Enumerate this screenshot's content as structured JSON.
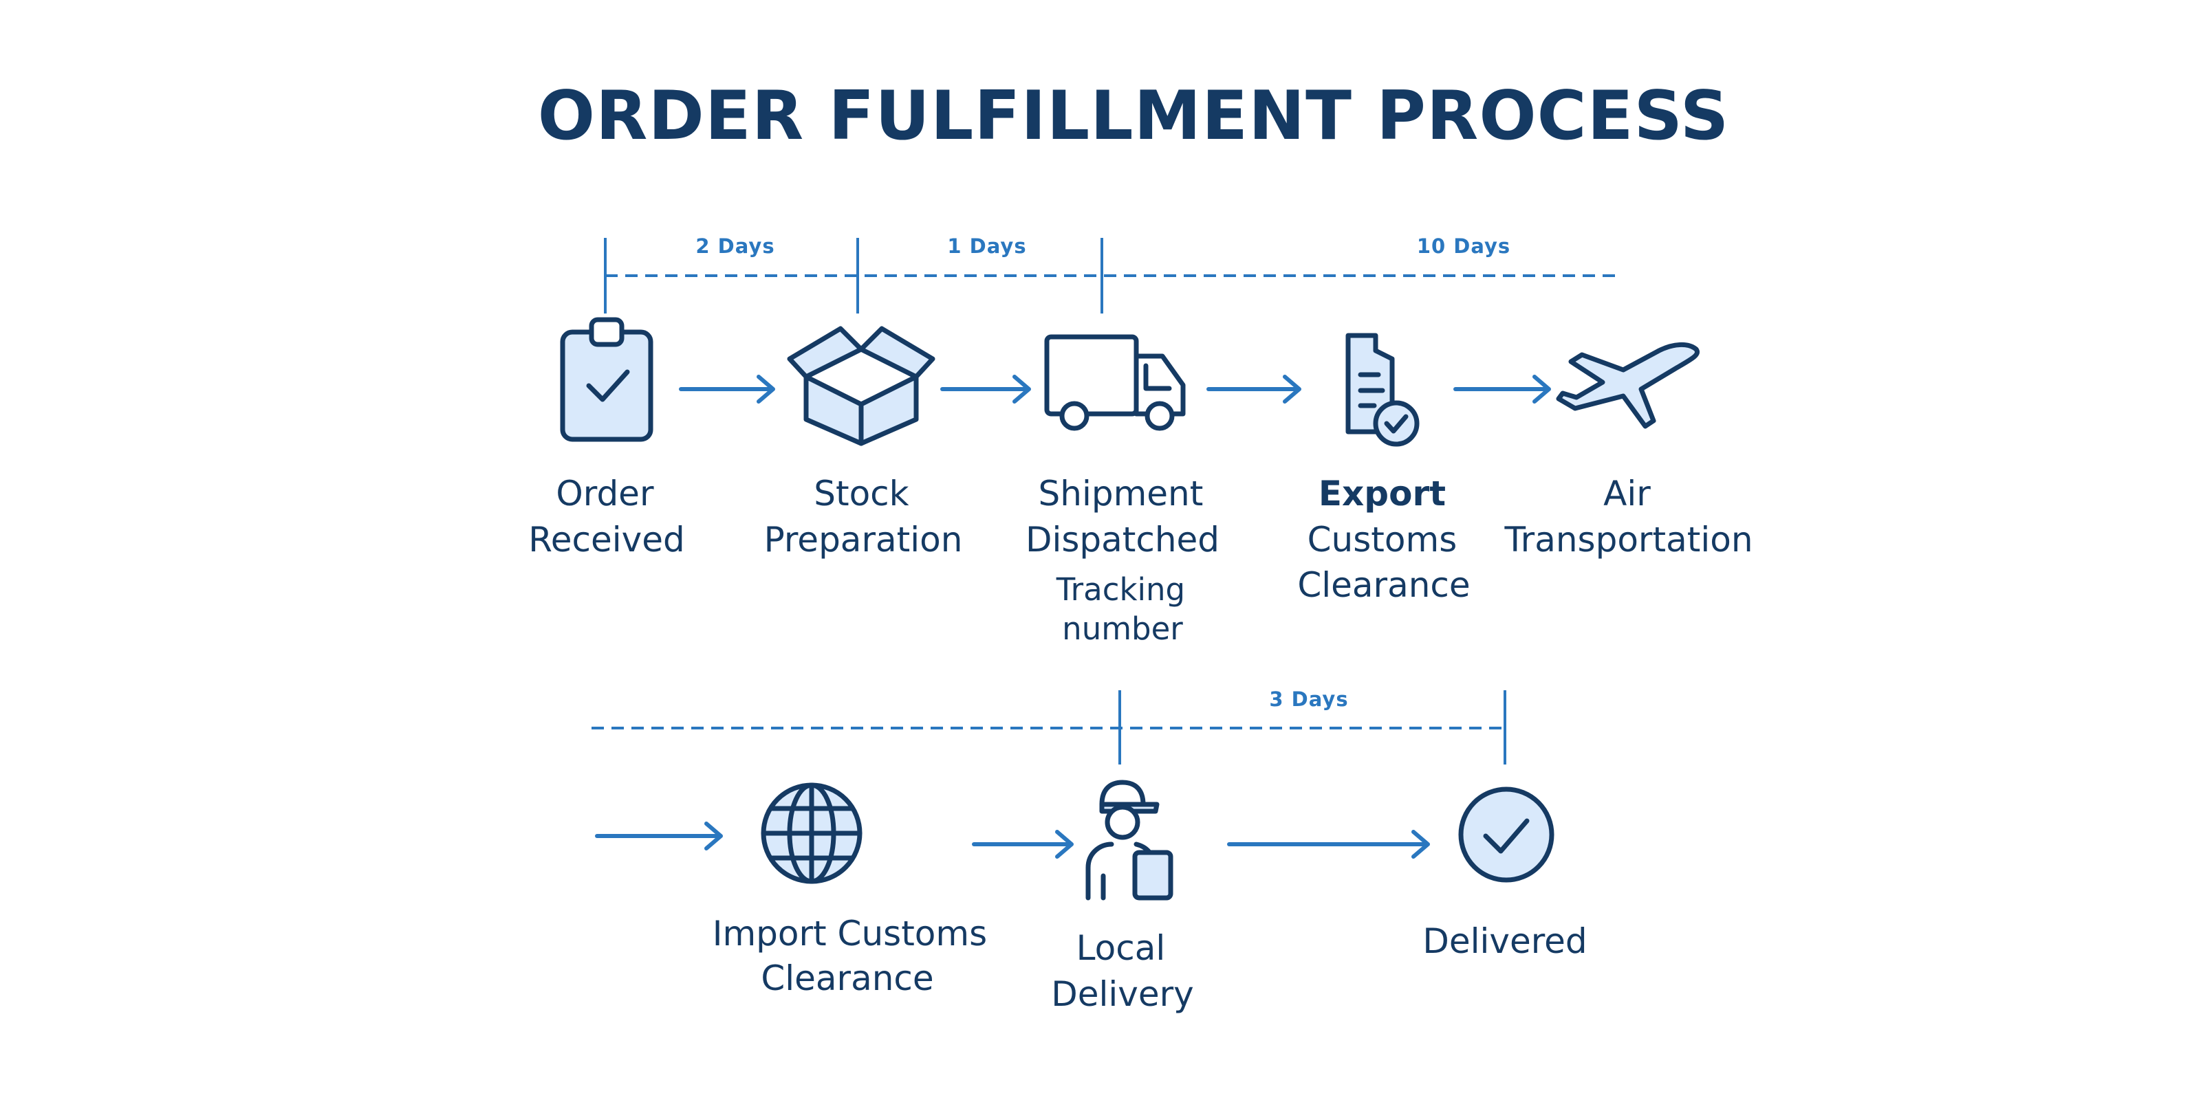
{
  "title": "ORDER FULFILLMENT PROCESS",
  "colors": {
    "primary": "#153a63",
    "accent": "#2a77bf",
    "icon_fill": "#d9e9fb"
  },
  "durations": {
    "d1": "2 Days",
    "d2": "1 Days",
    "d3": "10 Days",
    "d4": "3 Days"
  },
  "steps": [
    {
      "icon": "clipboard-check-icon",
      "lines": [
        "Order",
        "Received"
      ]
    },
    {
      "icon": "open-box-icon",
      "lines": [
        "Stock",
        "Preparation"
      ]
    },
    {
      "icon": "delivery-truck-icon",
      "lines": [
        "Shipment",
        "Dispatched"
      ],
      "note": [
        "Tracking",
        "number"
      ]
    },
    {
      "icon": "document-check-icon",
      "lines": [
        "Export",
        "Customs",
        "Clearance"
      ]
    },
    {
      "icon": "airplane-icon",
      "lines": [
        "Air",
        "Transportation"
      ]
    },
    {
      "icon": "globe-icon",
      "lines": [
        "Import Customs",
        "Clearance"
      ]
    },
    {
      "icon": "courier-icon",
      "lines": [
        "Local",
        "Delivery"
      ]
    },
    {
      "icon": "check-circle-icon",
      "lines": [
        "Delivered"
      ]
    }
  ]
}
